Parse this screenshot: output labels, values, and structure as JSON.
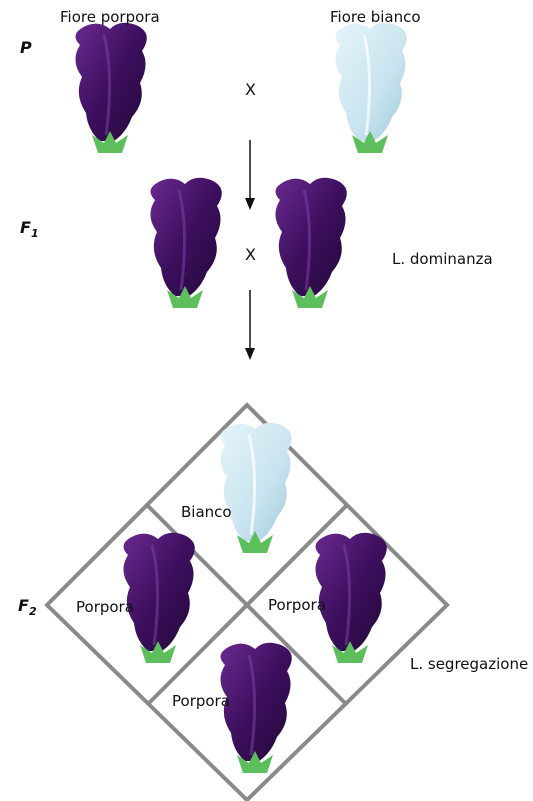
{
  "parents": {
    "left_label": "Fiore porpora",
    "right_label": "Fiore bianco"
  },
  "generations": {
    "p": "P",
    "f1": "F",
    "f1_sub": "1",
    "f2": "F",
    "f2_sub": "2"
  },
  "cross_symbol": "X",
  "laws": {
    "dominance": "L. dominanza",
    "segregation": "L. segregazione"
  },
  "punnett": {
    "top": "Bianco",
    "left": "Porpora",
    "right": "Porpora",
    "bottom": "Porpora"
  },
  "colors": {
    "purple_dark": "#2a0a45",
    "purple_mid": "#4a1670",
    "purple_light": "#6a2a90",
    "white_petal": "#cfe8f2",
    "white_shade": "#9fc9da",
    "leaf": "#5cbf5c",
    "grid": "#888888"
  }
}
